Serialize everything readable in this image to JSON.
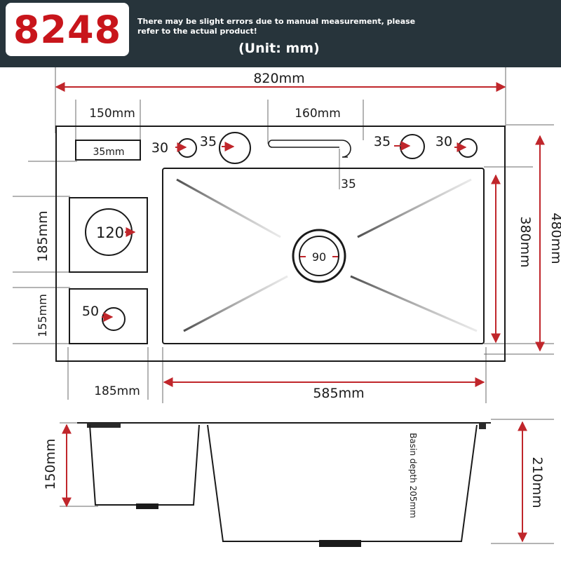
{
  "header": {
    "model": "8248",
    "note": "There may be slight errors due to manual measurement, please refer to the actual product!",
    "unit": "(Unit: mm)"
  },
  "dimensions": {
    "overall_width": "820mm",
    "overall_depth": "480mm",
    "basin_width": "585mm",
    "basin_depth": "380mm",
    "side_width": "185mm",
    "cutting_width": "150mm",
    "cutting_slot": "35mm",
    "faucet_slot": "160mm",
    "slot_offset": "35",
    "upper_square": "185mm",
    "lower_square": "155mm",
    "side_height": "150mm",
    "main_height": "210mm",
    "basin_depth_note": "Basin depth 205mm"
  },
  "holes": {
    "h1": "30",
    "h2": "35",
    "h3": "35",
    "h4": "30",
    "upper_drain": "120",
    "main_drain": "90",
    "lower_drain": "50"
  },
  "colors": {
    "header_bg": "#27343b",
    "brand_red": "#c8151b",
    "dimension_red": "#c0262b",
    "outline": "#1a1a1a"
  }
}
